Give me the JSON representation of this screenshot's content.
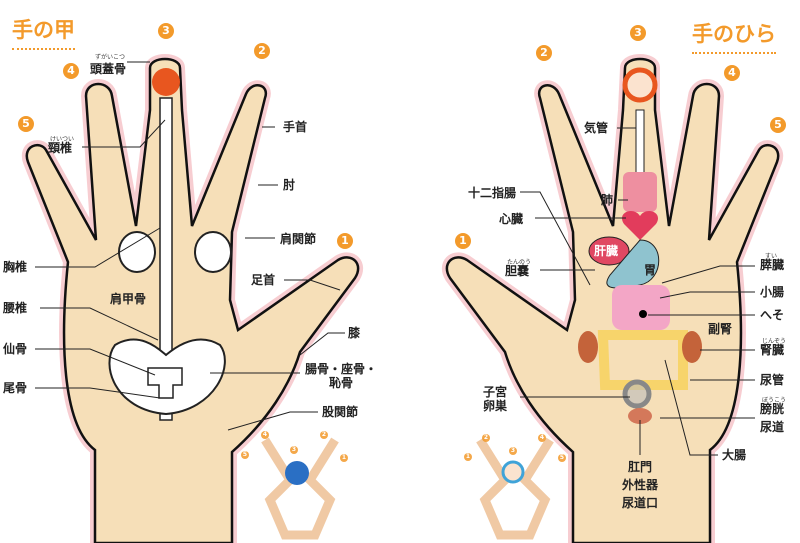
{
  "titles": {
    "back": "手の甲",
    "palm": "手のひら"
  },
  "finger_numbers": [
    "1",
    "2",
    "3",
    "4",
    "5"
  ],
  "colors": {
    "accent": "#f39a2b",
    "skin": "#f6dfb8",
    "outline_pink": "#e8707a"
  },
  "back_labels": {
    "skull": "頭蓋骨",
    "skull_ruby": "ずがいこつ",
    "cervical": "頸椎",
    "cervical_ruby": "けいつい",
    "wrist": "手首",
    "elbow": "肘",
    "shoulder": "肩関節",
    "thoracic": "胸椎",
    "scapula": "肩甲骨",
    "ankle": "足首",
    "lumbar": "腰椎",
    "knee": "膝",
    "sacrum": "仙骨",
    "pelvis": "腸骨・座骨・\n恥骨",
    "coccyx": "尾骨",
    "hip": "股関節"
  },
  "palm_labels": {
    "trachea": "気管",
    "duodenum": "十二指腸",
    "lung": "肺",
    "heart": "心臓",
    "liver": "肝臓",
    "gallbladder": "胆嚢",
    "gallbladder_ruby": "たんのう",
    "stomach": "胃",
    "pancreas": "膵臓",
    "pancreas_ruby": "すい",
    "small_intestine": "小腸",
    "navel": "へそ",
    "adrenal": "副腎",
    "kidney": "腎臓",
    "kidney_ruby": "じんぞう",
    "uterus_ovary": "子宮\n卵巣",
    "ureter": "尿管",
    "bladder": "膀胱",
    "bladder_ruby": "ぼうこう",
    "urethra": "尿道",
    "large_intestine": "大腸",
    "anus_genital": "肛門\n外性器\n尿道口"
  }
}
